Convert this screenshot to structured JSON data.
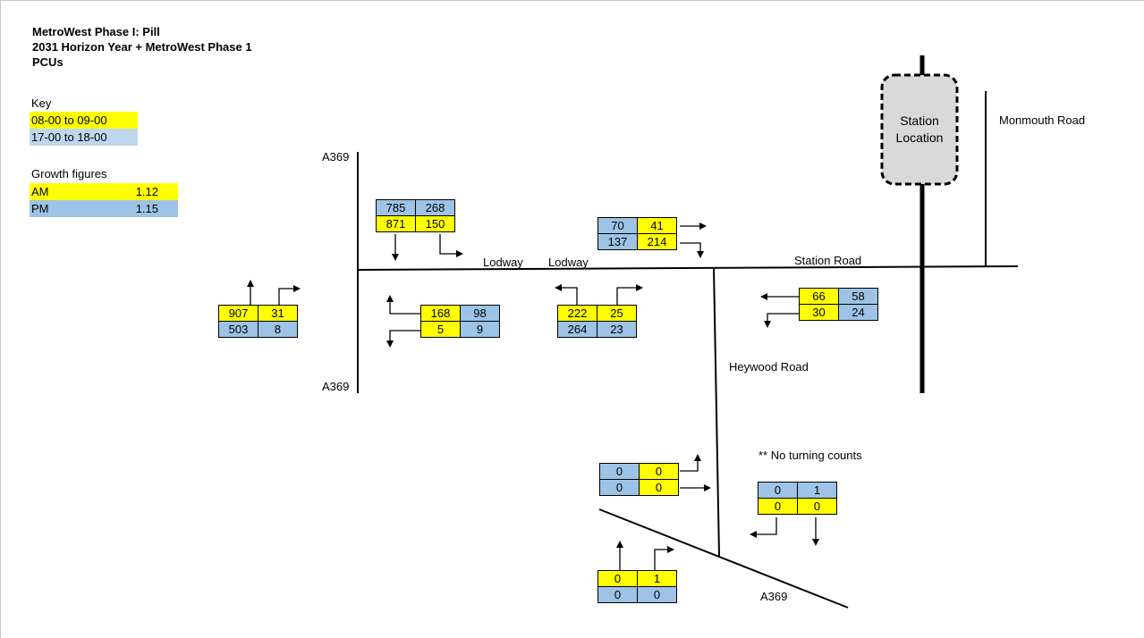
{
  "colors": {
    "am": "#ffff00",
    "pm": "#9dc3e6",
    "pm_light": "#bdd7ee",
    "station_fill": "#d9d9d9"
  },
  "title": {
    "line1": "MetroWest Phase I:  Pill",
    "line2": "2031 Horizon Year + MetroWest Phase 1",
    "line3": "PCUs"
  },
  "key": {
    "heading": "Key",
    "am": "08-00 to 09-00",
    "pm": "17-00 to 18-00"
  },
  "growth": {
    "heading": "Growth figures",
    "rows": [
      {
        "label": "AM",
        "value": "1.12"
      },
      {
        "label": "PM",
        "value": "1.15"
      }
    ]
  },
  "roads": {
    "a369_top": "A369",
    "a369_bottom": "A369",
    "lodway_left": "Lodway",
    "lodway_right": "Lodway",
    "station_road": "Station Road",
    "heywood_road": "Heywood Road",
    "monmouth_road": "Monmouth Road",
    "a369_south": "A369"
  },
  "station": {
    "line1": "Station",
    "line2": "Location"
  },
  "note": "** No turning counts",
  "count_groups": [
    {
      "id": "g1",
      "cells": [
        "785",
        "268",
        "871",
        "150"
      ]
    },
    {
      "id": "g2",
      "cells": [
        "70",
        "41",
        "137",
        "214"
      ]
    },
    {
      "id": "g3",
      "cells": [
        "907",
        "31",
        "503",
        "8"
      ]
    },
    {
      "id": "g4",
      "cells": [
        "168",
        "98",
        "5",
        "9"
      ]
    },
    {
      "id": "g5",
      "cells": [
        "222",
        "25",
        "264",
        "23"
      ]
    },
    {
      "id": "g6",
      "cells": [
        "66",
        "58",
        "30",
        "24"
      ]
    },
    {
      "id": "g7",
      "cells": [
        "0",
        "0",
        "0",
        "0"
      ]
    },
    {
      "id": "g8",
      "cells": [
        "0",
        "1",
        "0",
        "0"
      ]
    },
    {
      "id": "g9",
      "cells": [
        "0",
        "1",
        "0",
        "0"
      ]
    }
  ]
}
